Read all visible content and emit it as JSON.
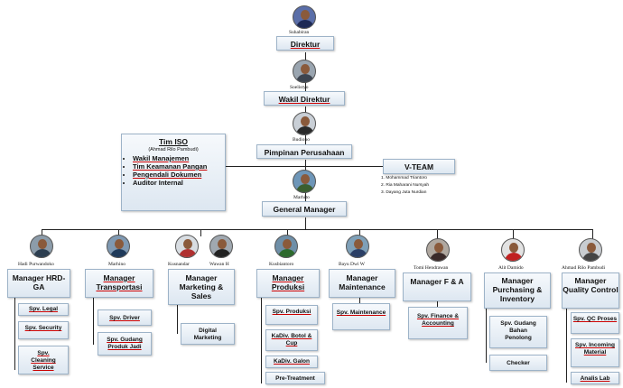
{
  "top": {
    "direktur": {
      "name": "Suhabiran",
      "title": "Direktur"
    },
    "wakil": {
      "name": "Soelistyo",
      "title": "Wakil Direktur"
    },
    "pimpinan": {
      "name": "Budiono",
      "title": "Pimpinan Perusahaan"
    },
    "gm": {
      "name": "Marhito",
      "title": "General Manager"
    }
  },
  "tim_iso": {
    "title": "Tim ISO",
    "subtitle": "(Ahmad Rilo Pambudi)",
    "items": [
      "Wakil Manajemen",
      "Tim Keamanan Pangan",
      "Pengendali Dokumen",
      "Auditor Internal"
    ]
  },
  "v_team": {
    "title": "V-TEAM",
    "members": [
      "1. Mohammad Triantoro",
      "2. Ria Maharani Nursyah",
      "3. Dayang Juta Nurdian"
    ]
  },
  "managers": [
    {
      "names": [
        "Hadi Purwandoko"
      ],
      "title": "Manager HRD-GA",
      "subs": [
        "Spv. Legal",
        "Spv. Security",
        "Spv. Cleaning Service"
      ]
    },
    {
      "names": [
        "Marhino"
      ],
      "title": "Manager Transportasi",
      "subs": [
        "Spv. Driver",
        "Spv. Gudang Produk Jadi"
      ]
    },
    {
      "names": [
        "Kusnandar",
        "Wawan H"
      ],
      "title": "Manager Marketing & Sales",
      "subs": [
        "Digital Marketing"
      ]
    },
    {
      "names": [
        "Kusbiantoro"
      ],
      "title": "Manager Produksi",
      "subs": [
        "Spv. Produksi",
        "KaDiv. Botol & Cup",
        "KaDiv. Galon",
        "Pre-Treatment"
      ]
    },
    {
      "names": [
        "Bayu Dwi W"
      ],
      "title": "Manager Maintenance",
      "subs": [
        "Spv. Maintenance"
      ]
    },
    {
      "names": [
        "Tomi Hendrawan"
      ],
      "title": "Manager F & A",
      "subs": [
        "Spv. Finance & Accounting"
      ]
    },
    {
      "names": [
        "Alit Damido"
      ],
      "title": "Manager Purchasing & Inventory",
      "subs": [
        "Spv. Gudang Bahan Penolong",
        "Checker"
      ]
    },
    {
      "names": [
        "Ahmad Rilo Pambudi"
      ],
      "title": "Manager Quality Control",
      "subs": [
        "Spv. QC Proses",
        "Spv. Incoming Material",
        "Analis Lab"
      ]
    }
  ],
  "colors": {
    "box_top": "#f6f9fc",
    "box_bottom": "#dde7f1",
    "border": "#9db3c8",
    "line": "#222222",
    "underline": "#cc0000"
  }
}
